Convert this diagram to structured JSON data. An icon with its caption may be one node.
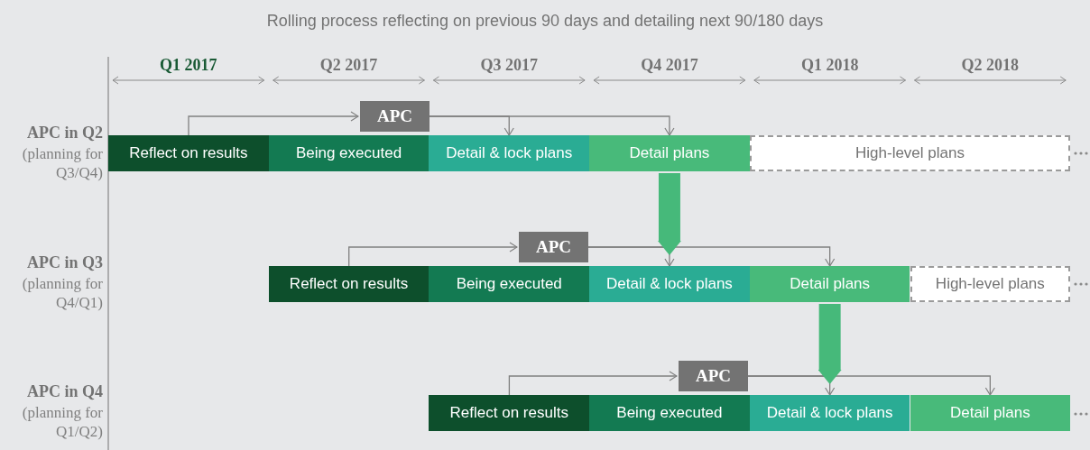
{
  "diagram": {
    "title": "Rolling process reflecting on previous 90 days and detailing next 90/180 days",
    "nodes": [
      {
        "text": [
          "Reflect on results"
        ]
      },
      {
        "text": [
          "Being executed"
        ]
      },
      {
        "text": [
          "Detail & lock plans"
        ]
      },
      {
        "text": [
          "Detail plans"
        ]
      },
      {
        "text": [
          "High-level plans"
        ]
      },
      {
        "text": [
          "APC"
        ]
      },
      {
        "text": [
          "Reflect on results"
        ]
      },
      {
        "text": [
          "Being executed"
        ]
      },
      {
        "text": [
          "Detail & lock plans"
        ]
      },
      {
        "text": [
          "Detail plans"
        ]
      },
      {
        "text": [
          "High-level plans"
        ]
      },
      {
        "text": [
          "APC"
        ]
      },
      {
        "text": [
          "Reflect on results"
        ]
      },
      {
        "text": [
          "Being executed"
        ]
      },
      {
        "text": [
          "Detail & lock plans"
        ]
      },
      {
        "text": [
          "Detail plans"
        ]
      },
      {
        "text": [
          "APC"
        ]
      }
    ],
    "edges": [
      {
        "from": 0,
        "to": 5,
        "arrow": "to"
      },
      {
        "from": 5,
        "to": 2,
        "arrow": "to"
      },
      {
        "from": 5,
        "to": 3,
        "arrow": "to"
      },
      {
        "from": 6,
        "to": 11,
        "arrow": "to"
      },
      {
        "from": 11,
        "to": 8,
        "arrow": "to"
      },
      {
        "from": 11,
        "to": 9,
        "arrow": "to"
      },
      {
        "from": 12,
        "to": 16,
        "arrow": "to"
      },
      {
        "from": 16,
        "to": 14,
        "arrow": "to"
      },
      {
        "from": 16,
        "to": 15,
        "arrow": "to"
      },
      {
        "from": 3,
        "to": 8,
        "arrow": "to",
        "style": "thick",
        "color": "#46b97a"
      },
      {
        "from": 9,
        "to": 14,
        "arrow": "to",
        "style": "thick",
        "color": "#46b97a"
      }
    ],
    "labels": [
      "Q1 2017",
      "Q2 2017",
      "Q3 2017",
      "Q4 2017",
      "Q1 2018",
      "Q2 2018",
      "APC in Q2",
      "(planning for Q3/Q4)",
      "APC in Q3",
      "(planning for Q4/Q1)",
      "APC in Q4",
      "(planning for Q1/Q2)"
    ]
  }
}
